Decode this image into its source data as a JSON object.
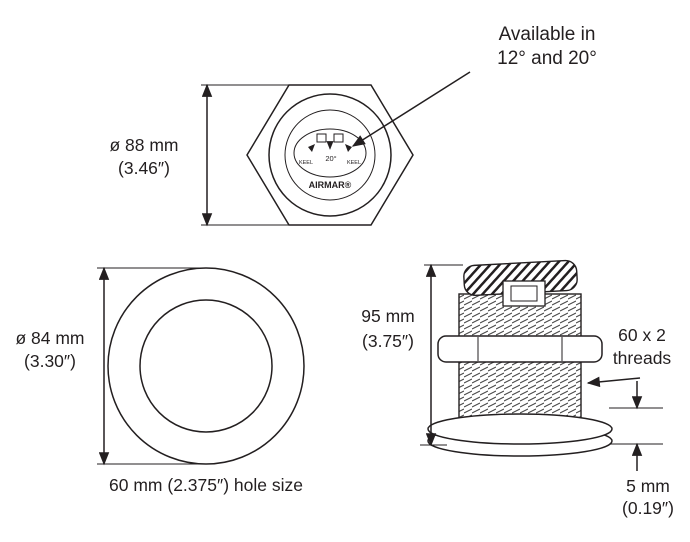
{
  "drawing": {
    "callout_available": {
      "line1": "Available in",
      "line2": "12° and 20°"
    },
    "top_view": {
      "diameter_label": {
        "line1": "ø 88 mm",
        "line2": "(3.46″)"
      },
      "face": {
        "keel_left": "KEEL",
        "keel_right": "KEEL",
        "beam_angle": "20°",
        "brand": "AIRMAR®"
      }
    },
    "ring_view": {
      "diameter_label": {
        "line1": "ø 84 mm",
        "line2": "(3.30″)"
      },
      "hole_label": "60 mm (2.375″) hole size"
    },
    "side_view": {
      "height_label": {
        "line1": "95 mm",
        "line2": "(3.75″)"
      },
      "thread_label": {
        "line1": "60 x 2",
        "line2": "threads"
      },
      "flange_label": {
        "line1": "5 mm",
        "line2": "(0.19″)"
      }
    },
    "colors": {
      "line": "#231f20",
      "background": "#ffffff"
    }
  }
}
